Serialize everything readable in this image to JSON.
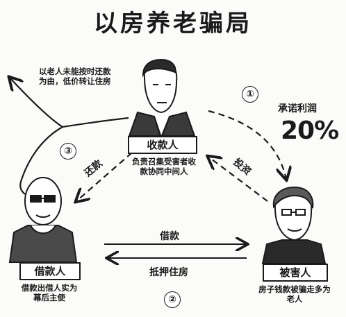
{
  "title": "以房养老骗局",
  "top_left_note": "以老人未能按时还款为由，低价转让住房",
  "promise": {
    "label": "承诺利润",
    "value": "20%"
  },
  "collector": {
    "label": "收款人",
    "desc": "负责召集受害者收款协同中间人"
  },
  "borrower": {
    "label": "借款人",
    "desc": "借款出借人实为幕后主使"
  },
  "victim": {
    "label": "被害人",
    "desc": "房子钱款被骗走多为老人"
  },
  "arrows": {
    "invest": "投资",
    "repay": "还款",
    "loan": "借款",
    "mortgage": "抵押住房"
  },
  "steps": [
    "①",
    "②",
    "③"
  ]
}
